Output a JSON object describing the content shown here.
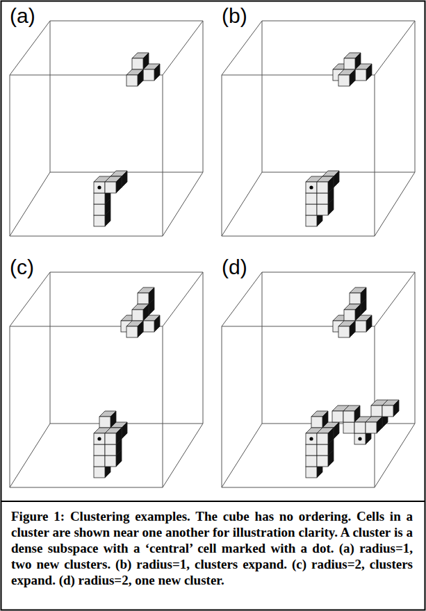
{
  "diagram": {
    "caption": "Figure 1: Clustering examples. The cube has no ordering. Cells in a cluster are shown near one another for illustration clarity. A cluster is a dense subspace with a ‘central’ cell marked with a dot. (a) radius=1, two new clusters. (b) radius=1, clusters expand. (c) radius=2, clusters expand. (d) radius=2, one new cluster.",
    "labels": [
      "(a)",
      "(b)",
      "(c)",
      "(d)"
    ]
  }
}
